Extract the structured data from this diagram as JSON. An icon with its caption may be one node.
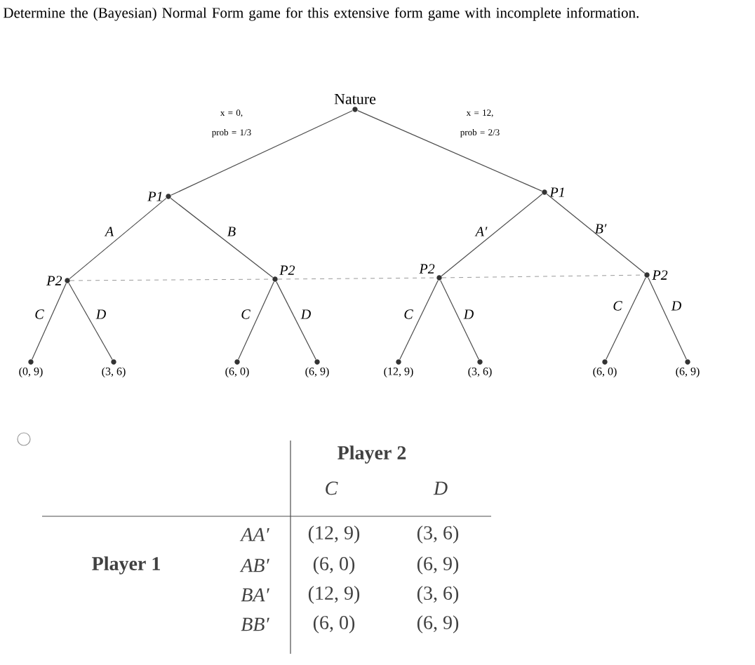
{
  "diagram": {
    "title": "Determine the (Bayesian) Normal Form game for this extensive form game with incomplete information.",
    "nodes": [
      {
        "text": [
          "Nature"
        ]
      },
      {
        "text": [
          "P1"
        ]
      },
      {
        "text": [
          "P1"
        ]
      },
      {
        "text": [
          "P2"
        ]
      },
      {
        "text": [
          "P2"
        ]
      },
      {
        "text": [
          "P2"
        ]
      },
      {
        "text": [
          "P2"
        ]
      },
      {
        "text": [
          "(0, 9)"
        ]
      },
      {
        "text": [
          "(3, 6)"
        ]
      },
      {
        "text": [
          "(6, 0)"
        ]
      },
      {
        "text": [
          "(6, 9)"
        ]
      },
      {
        "text": [
          "(12, 9)"
        ]
      },
      {
        "text": [
          "(3, 6)"
        ]
      },
      {
        "text": [
          "(6, 0)"
        ]
      },
      {
        "text": [
          "(6, 9)"
        ]
      }
    ],
    "edges": [
      {
        "from": 0,
        "to": 1,
        "arrow": "none",
        "label": "x = 0, prob = 1/3"
      },
      {
        "from": 0,
        "to": 2,
        "arrow": "none",
        "label": "x = 12, prob = 2/3"
      },
      {
        "from": 1,
        "to": 3,
        "arrow": "none",
        "label": "A"
      },
      {
        "from": 1,
        "to": 4,
        "arrow": "none",
        "label": "B"
      },
      {
        "from": 2,
        "to": 5,
        "arrow": "none",
        "label": "A′"
      },
      {
        "from": 2,
        "to": 6,
        "arrow": "none",
        "label": "B′"
      },
      {
        "from": 3,
        "to": 7,
        "arrow": "none",
        "label": "C"
      },
      {
        "from": 3,
        "to": 8,
        "arrow": "none",
        "label": "D"
      },
      {
        "from": 4,
        "to": 9,
        "arrow": "none",
        "label": "C"
      },
      {
        "from": 4,
        "to": 10,
        "arrow": "none",
        "label": "D"
      },
      {
        "from": 5,
        "to": 11,
        "arrow": "none",
        "label": "C"
      },
      {
        "from": 5,
        "to": 12,
        "arrow": "none",
        "label": "D"
      },
      {
        "from": 6,
        "to": 13,
        "arrow": "none",
        "label": "C"
      },
      {
        "from": 6,
        "to": 14,
        "arrow": "none",
        "label": "D"
      },
      {
        "from": 3,
        "to": 4,
        "arrow": "none",
        "style": "dashed"
      },
      {
        "from": 4,
        "to": 5,
        "arrow": "none",
        "style": "dashed"
      },
      {
        "from": 5,
        "to": 6,
        "arrow": "none",
        "style": "dashed"
      }
    ],
    "labels": [
      "Player 2",
      "C",
      "D",
      "Player 1",
      "AA′",
      "(12, 9)",
      "(3, 6)",
      "AB′",
      "(6, 0)",
      "(6, 9)",
      "BA′",
      "(12, 9)",
      "(3, 6)",
      "BB′",
      "(6, 0)",
      "(6, 9)"
    ]
  }
}
